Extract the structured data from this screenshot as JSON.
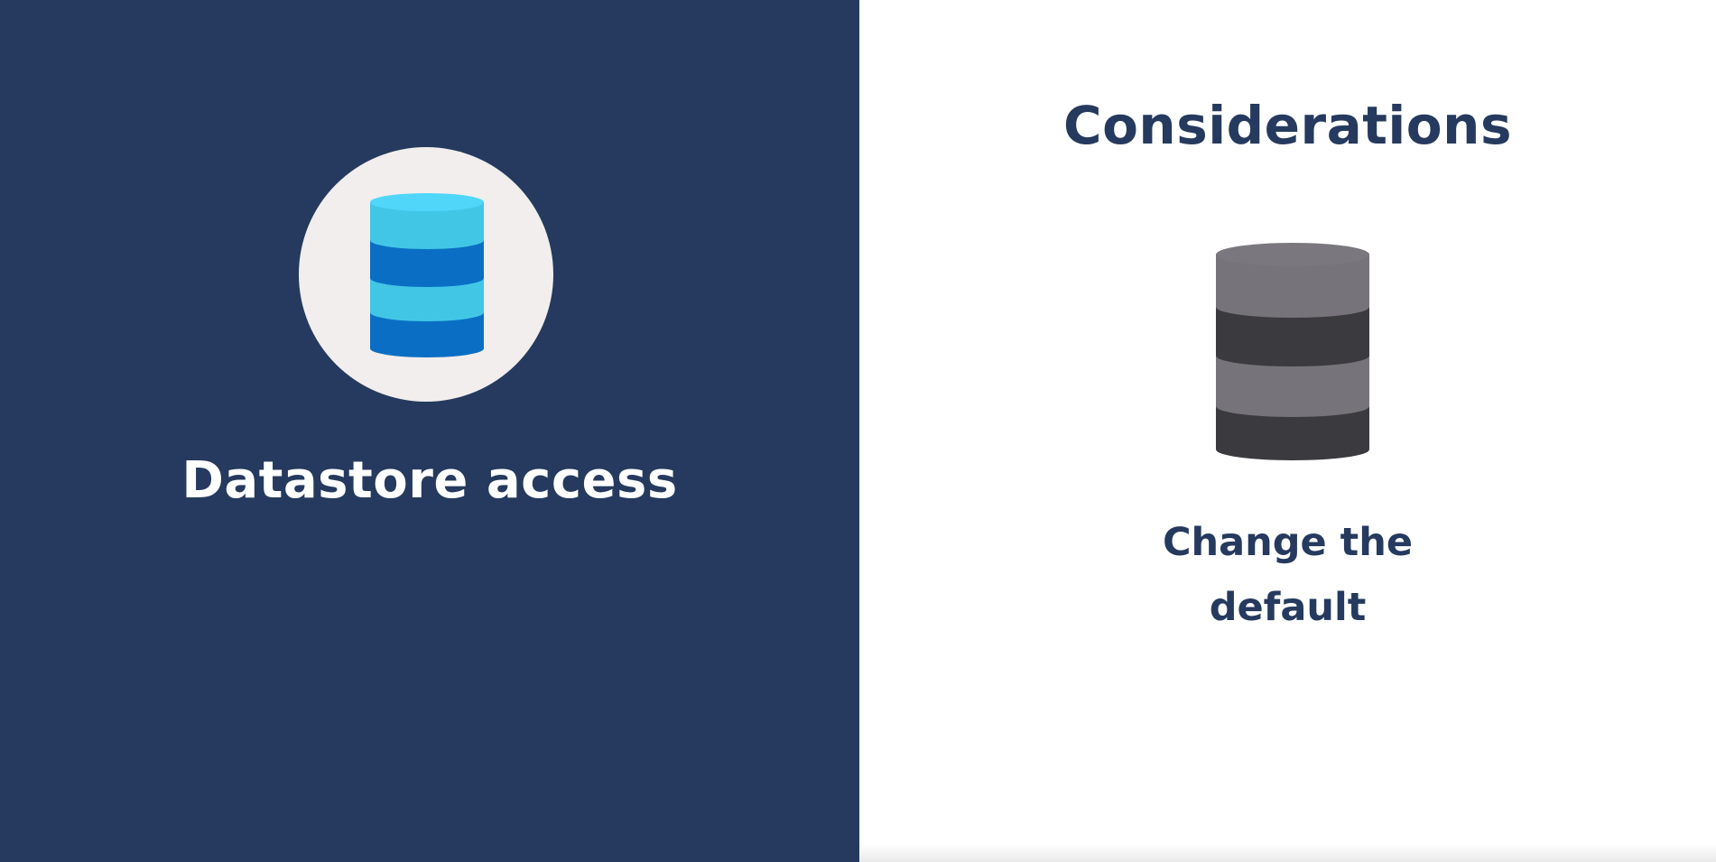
{
  "left": {
    "title": "Datastore access",
    "icon": "database-icon",
    "colors": {
      "panel": "#253a5e",
      "circle": "#f1eeed",
      "light_blue": "#42c6e6",
      "top_blue": "#50d6f8",
      "dark_blue": "#0a6fc4"
    }
  },
  "right": {
    "title": "Considerations",
    "icon": "database-gray-icon",
    "caption_line1": "Change the",
    "caption_line2": "default",
    "colors": {
      "text": "#253a5e",
      "gray_light": "#76747a",
      "gray_dark": "#3b3a3f"
    }
  }
}
